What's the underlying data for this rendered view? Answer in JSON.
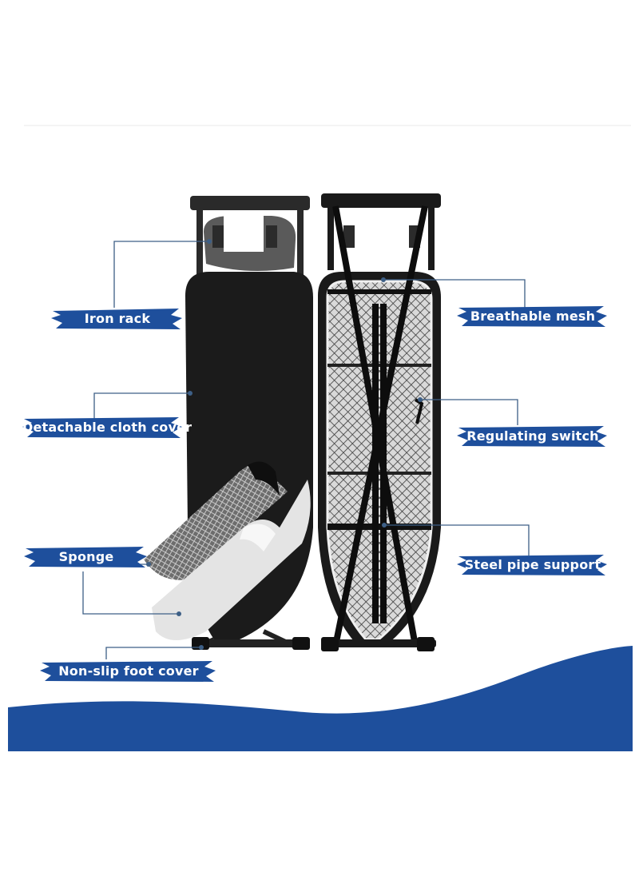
{
  "colors": {
    "brand_blue": "#1e4f9c",
    "board_black": "#1b1b1b",
    "mesh_grey": "#8a8a8a",
    "sponge_light": "#e4e4e4",
    "callout_line": "#3d5f86"
  },
  "labels": {
    "iron_rack": "Iron rack",
    "detachable_cloth_cover": "Detachable cloth cover",
    "sponge": "Sponge",
    "non_slip_foot_cover": "Non-slip foot cover",
    "breathable_mesh": "Breathable mesh",
    "regulating_switch": "Regulating switch",
    "steel_pipe_support": "Steel pipe support"
  }
}
